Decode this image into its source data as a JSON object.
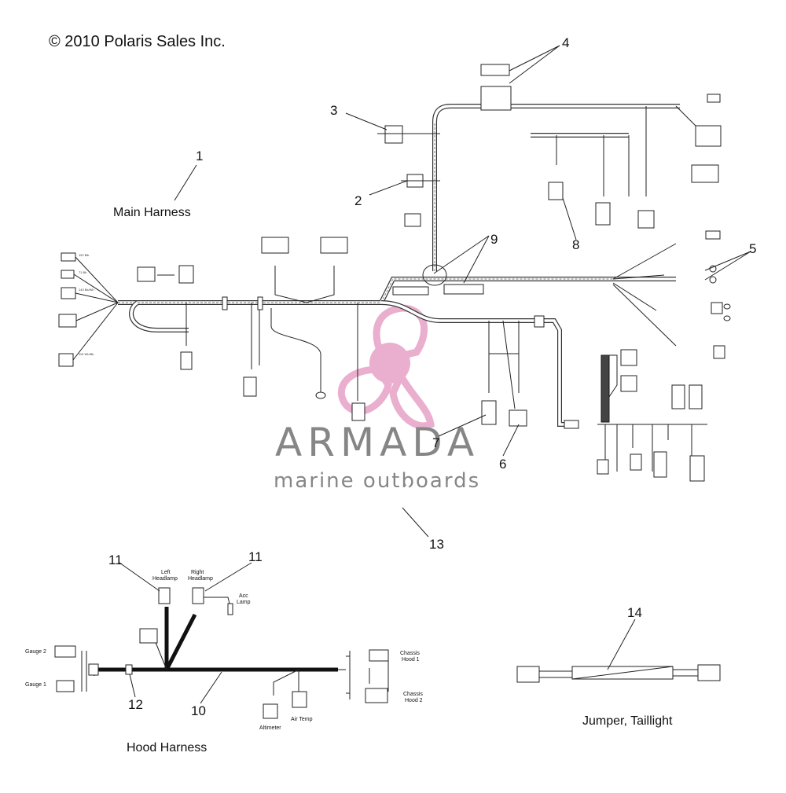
{
  "copyright": "© 2010 Polaris Sales Inc.",
  "callouts": [
    "1",
    "2",
    "3",
    "4",
    "5",
    "6",
    "7",
    "8",
    "9",
    "10",
    "11",
    "12",
    "13",
    "14"
  ],
  "captions": {
    "main_harness": "Main Harness",
    "hood_harness": "Hood Harness",
    "jumper_taillight": "Jumper, Taillight"
  },
  "hood_labels": {
    "left_headlamp_1": "Left",
    "left_headlamp_2": "Headlamp",
    "right_headlamp_1": "Right",
    "right_headlamp_2": "Headlamp",
    "acc_lamp_1": "Acc",
    "acc_lamp_2": "Lamp",
    "gauge_2": "Gauge 2",
    "gauge_1": "Gauge 1",
    "chassis_hood_1_a": "Chassis",
    "chassis_hood_1_b": "Hood 1",
    "chassis_hood_2_a": "Chassis",
    "chassis_hood_2_b": "Hood 2",
    "altimeter": "Altimeter",
    "air_temp": "Air Temp"
  },
  "watermark": {
    "brand": "ARMADA",
    "tagline": "marine outboards",
    "color": "#e8a6c9",
    "text_color": "#7a7a7a"
  }
}
